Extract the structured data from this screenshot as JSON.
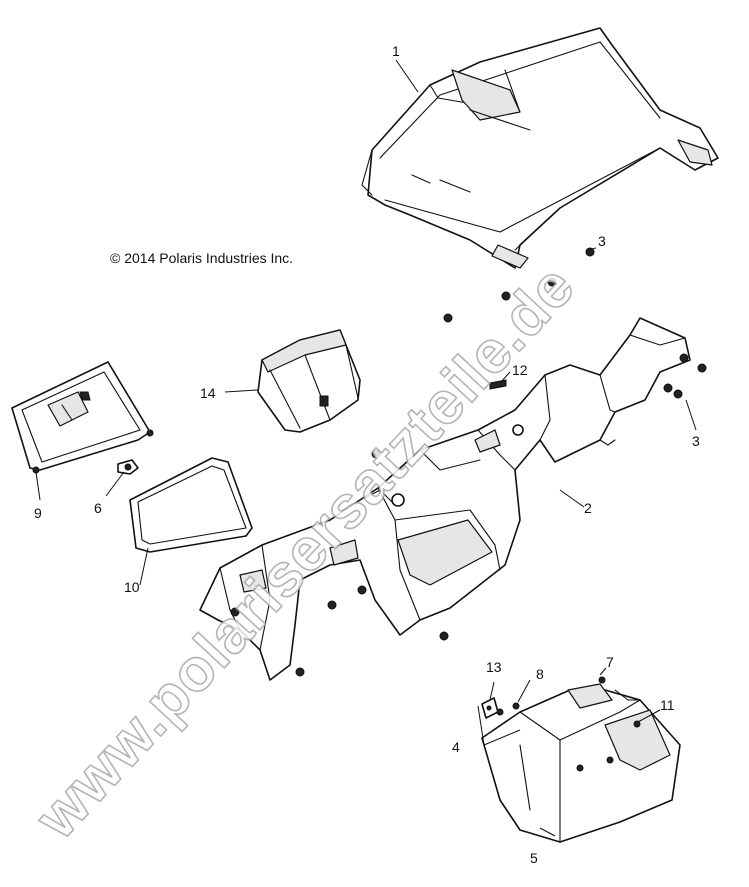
{
  "copyright": "© 2014 Polaris Industries Inc.",
  "watermark": "www.polarisersatzteile.de",
  "callouts": {
    "c1": "1",
    "c2": "2",
    "c3a": "3",
    "c3b": "3",
    "c4": "4",
    "c5": "5",
    "c6": "6",
    "c7": "7",
    "c8": "8",
    "c9": "9",
    "c10": "10",
    "c11": "11",
    "c12": "12",
    "c13": "13",
    "c14": "14"
  },
  "colors": {
    "line": "#111111",
    "watermark": "#a8a8a8",
    "background": "#ffffff"
  }
}
